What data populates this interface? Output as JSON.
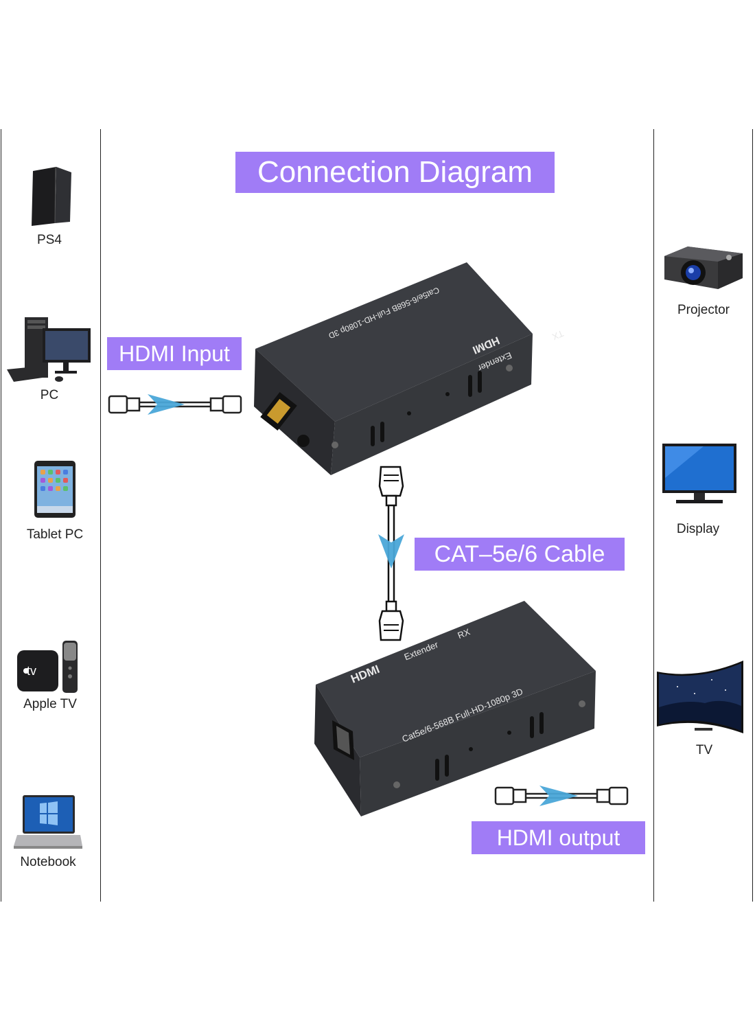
{
  "title": "Connection Diagram",
  "banners": {
    "hdmi_input": "HDMI Input",
    "cable": "CAT–5e/6 Cable",
    "hdmi_output": "HDMI output"
  },
  "sources": [
    {
      "label": "PS4",
      "icon": "ps4-console-icon"
    },
    {
      "label": "PC",
      "icon": "desktop-pc-icon"
    },
    {
      "label": "Tablet PC",
      "icon": "tablet-icon"
    },
    {
      "label": "Apple TV",
      "icon": "apple-tv-icon"
    },
    {
      "label": "Notebook",
      "icon": "laptop-icon"
    }
  ],
  "displays": [
    {
      "label": "Projector",
      "icon": "projector-icon"
    },
    {
      "label": "Display",
      "icon": "monitor-icon"
    },
    {
      "label": "TV",
      "icon": "curved-tv-icon"
    }
  ],
  "transmitter": {
    "brand": "HDMI",
    "model": "Extender",
    "role": "TX",
    "spec": "Cat5e/6-568B  Full-HD-1080p 3D"
  },
  "receiver": {
    "brand": "HDMI",
    "model": "Extender",
    "role": "RX",
    "spec": "Cat5e/6-568B  Full-HD-1080p 3D"
  },
  "apple_tv_logo_text": "tv",
  "colors": {
    "banner_bg": "#a07cf6",
    "banner_text": "#ffffff",
    "arrow": "#4aa6d8",
    "device_body": "#3b3d42",
    "divider": "#222222"
  }
}
